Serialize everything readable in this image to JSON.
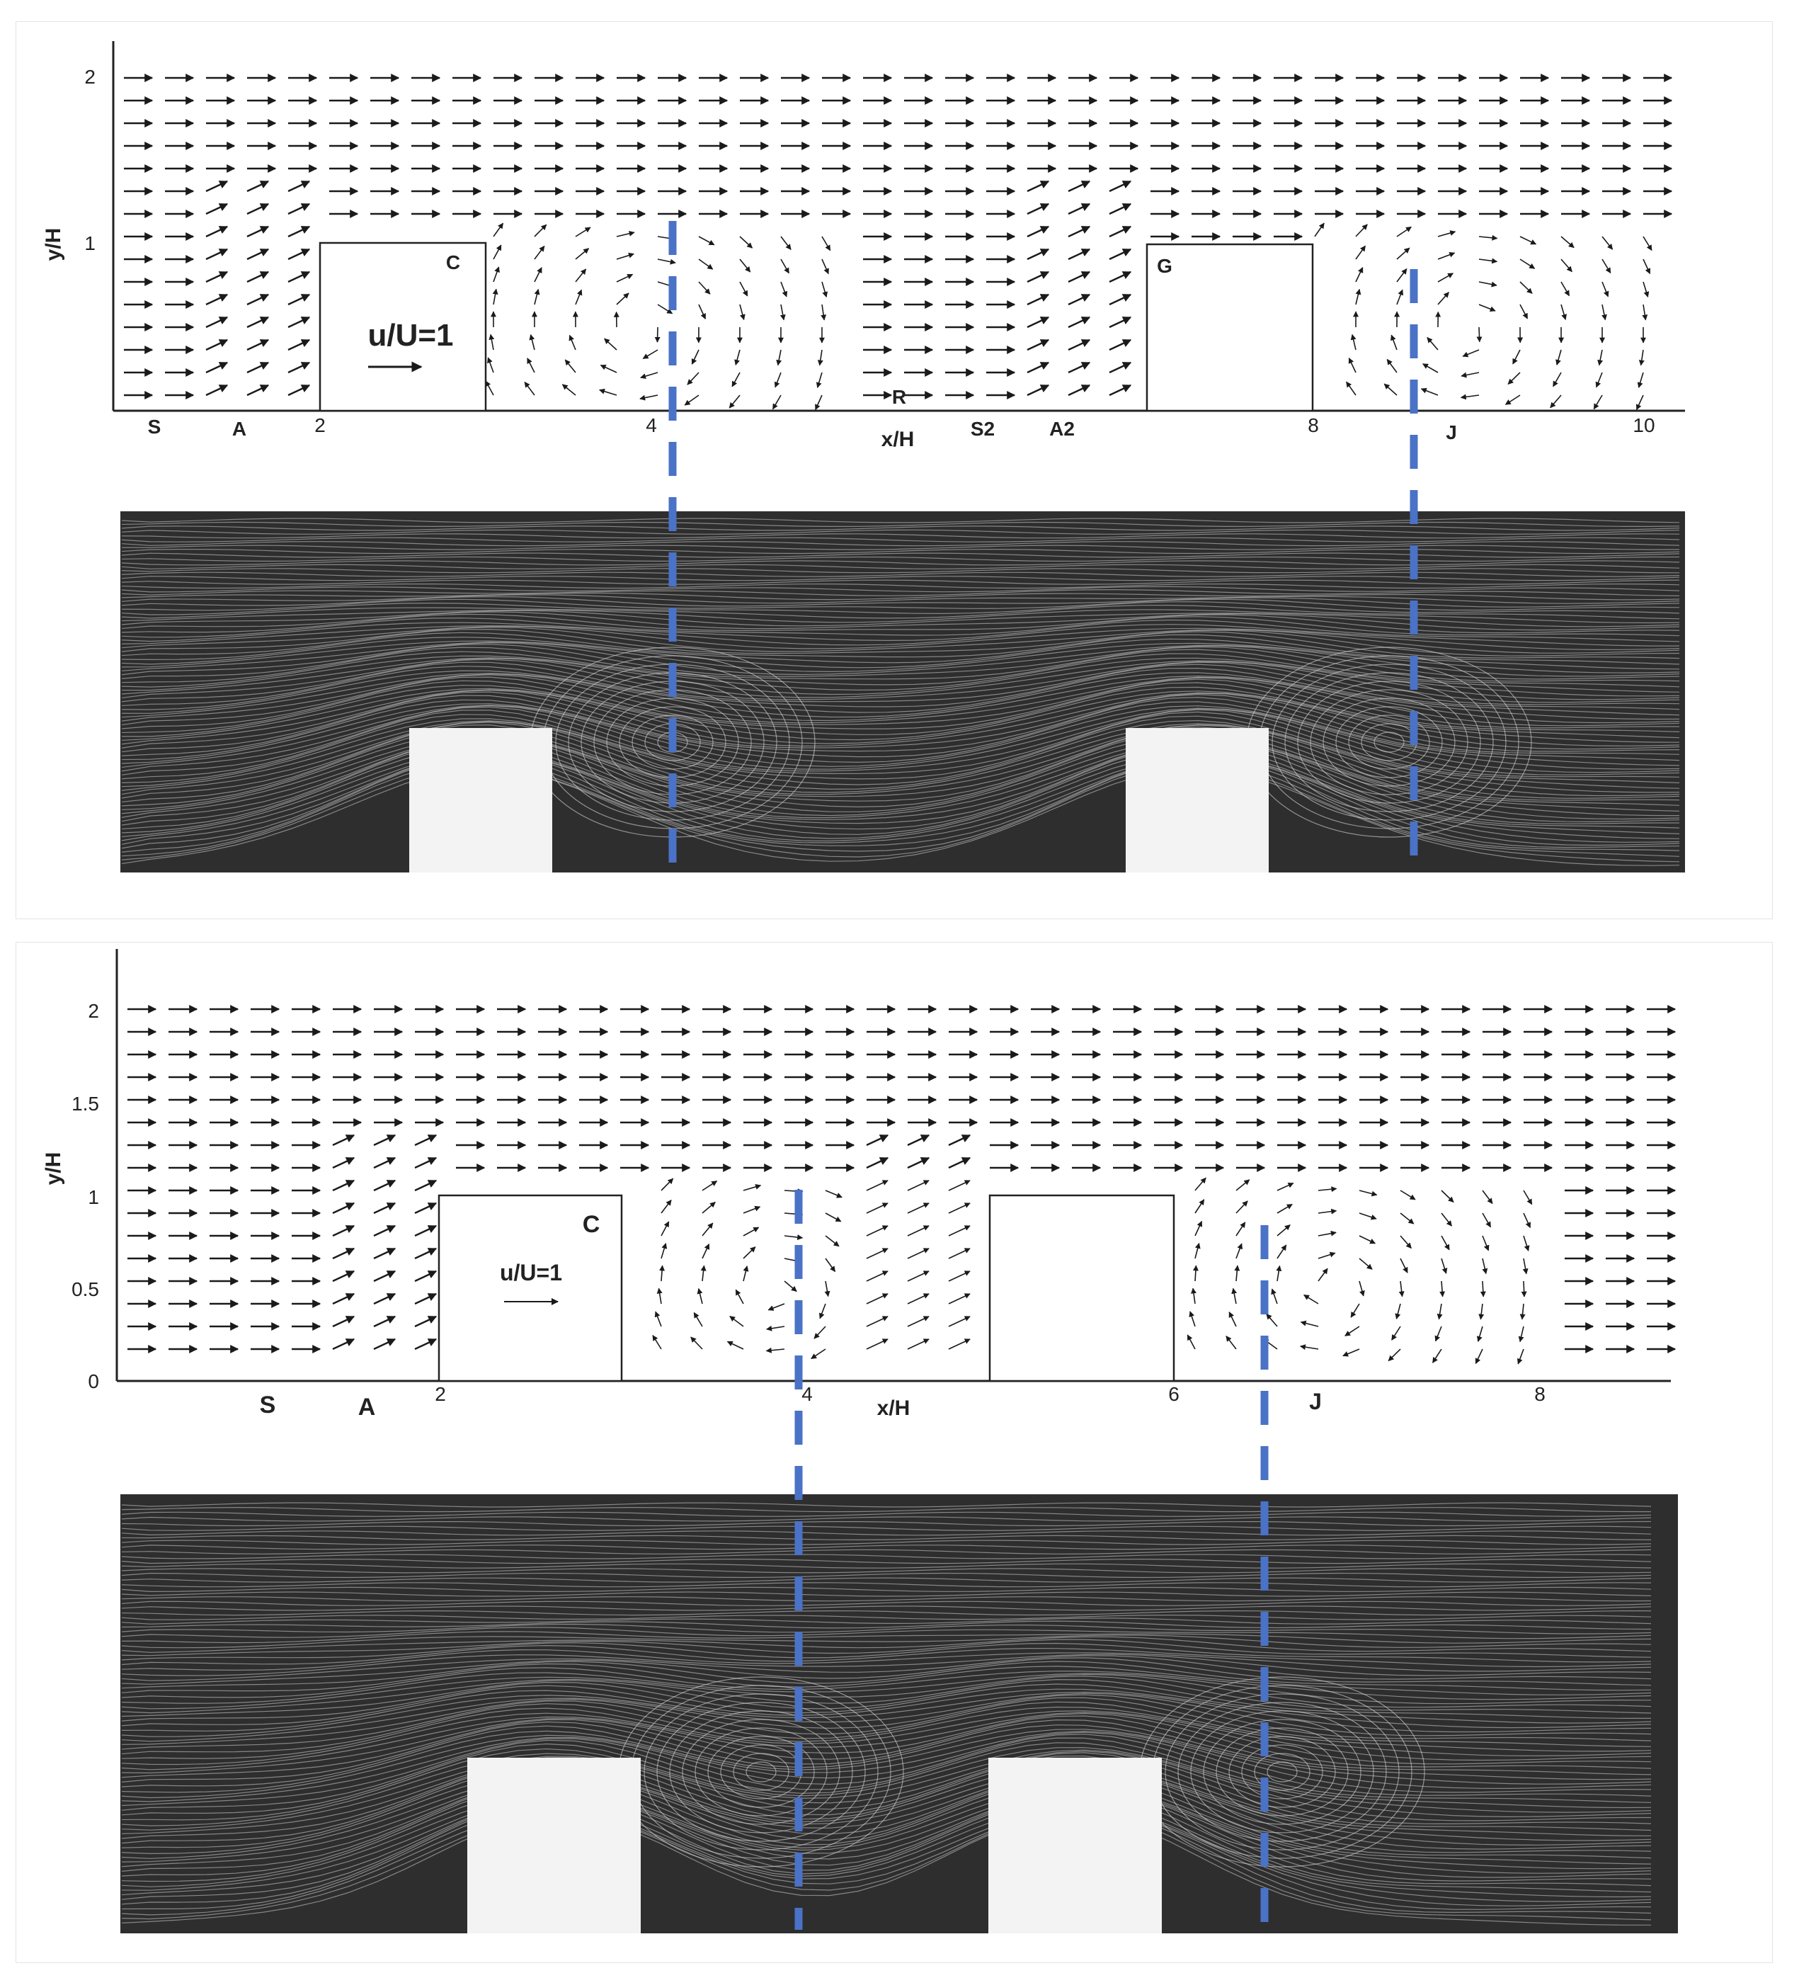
{
  "colors": {
    "dashed_line": "#4a72c6",
    "streamline_bg": "#2e2e2e",
    "streamline_line": "#cfcfcf",
    "block_fill": "#f3f3f3",
    "vector": "#1a1a1a"
  },
  "top_figure": {
    "y_axis_label": "y/H",
    "x_axis_label": "x/H",
    "y_ticks": [
      "2",
      "1"
    ],
    "x_ticks": [
      "2",
      "4",
      "8",
      "10"
    ],
    "point_labels": [
      "S",
      "A",
      "R",
      "S2",
      "A2",
      "J"
    ],
    "block_labels": [
      "C",
      "G"
    ],
    "scale_label": "u/U=1"
  },
  "bottom_figure": {
    "y_axis_label": "y/H",
    "x_axis_label": "x/H",
    "y_ticks": [
      "2",
      "1.5",
      "1",
      "0.5",
      "0"
    ],
    "x_ticks": [
      "2",
      "4",
      "6",
      "8"
    ],
    "point_labels": [
      "S",
      "A",
      "J"
    ],
    "block_labels": [
      "C"
    ],
    "scale_label": "u/U=1"
  }
}
